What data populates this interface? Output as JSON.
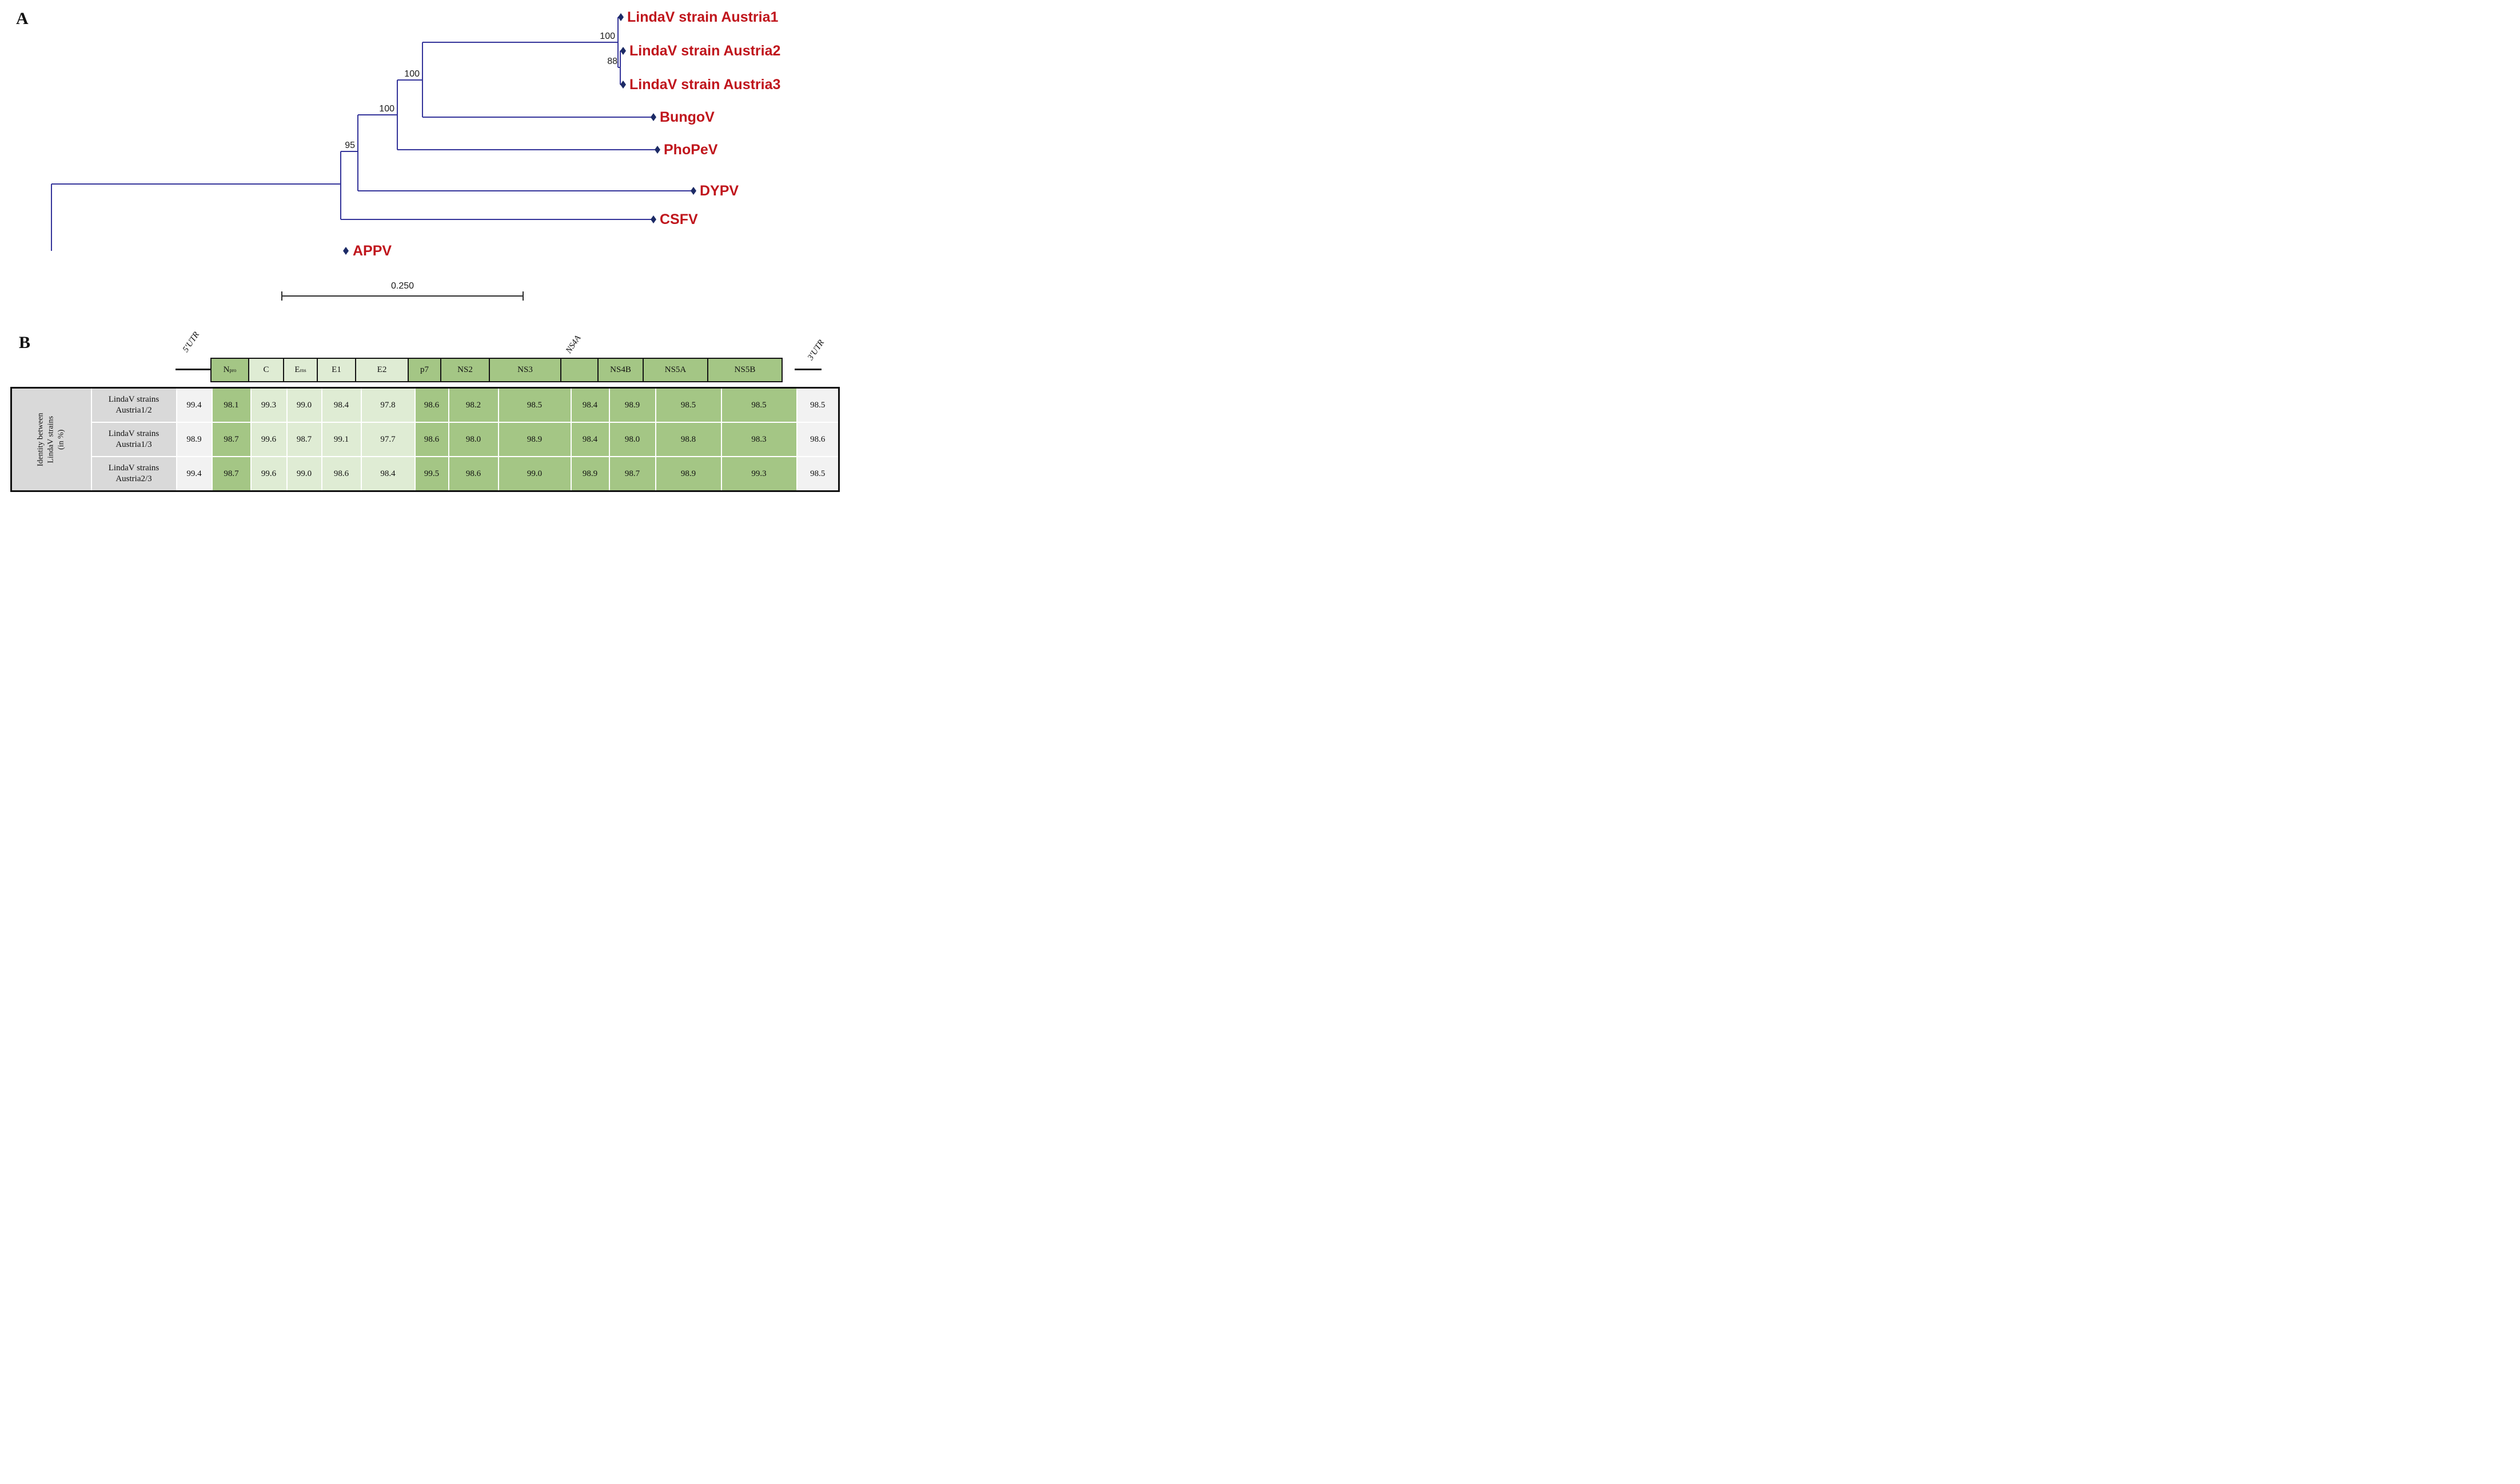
{
  "colors": {
    "branch": "#34349a",
    "tip_marker": "#1c2a66",
    "taxon_red": "#c0151c",
    "green": "#a4c685",
    "light_green": "#dfecd4",
    "gray": "#d9d9d9",
    "light_gray": "#f2f2f2"
  },
  "panel_a": {
    "label": "A",
    "taxa": [
      "LindaV strain Austria1",
      "LindaV strain Austria2",
      "LindaV strain Austria3",
      "BungoV",
      "PhoPeV",
      "DYPV",
      "CSFV",
      "APPV"
    ],
    "bootstraps": {
      "lindav_clade": "100",
      "austria_2_3": "88",
      "lindav_bungov": "100",
      "with_phopev": "100",
      "with_dypv": "95"
    },
    "scale_bar_label": "0.250"
  },
  "panel_b": {
    "label": "B",
    "genome": {
      "utr5": "5′UTR",
      "ns4a": "NS4A",
      "utr3": "3′UTR",
      "segments": [
        {
          "base": "N",
          "sup": "pro"
        },
        {
          "base": "C",
          "sup": ""
        },
        {
          "base": "E",
          "sup": "rns"
        },
        {
          "base": "E1",
          "sup": ""
        },
        {
          "base": "E2",
          "sup": ""
        },
        {
          "base": "p7",
          "sup": ""
        },
        {
          "base": "NS2",
          "sup": ""
        },
        {
          "base": "NS3",
          "sup": ""
        },
        {
          "base": "",
          "sup": ""
        },
        {
          "base": "NS4B",
          "sup": ""
        },
        {
          "base": "NS5A",
          "sup": ""
        },
        {
          "base": "NS5B",
          "sup": ""
        }
      ]
    },
    "table": {
      "group_label_lines": [
        "Identity between",
        "LindaV strains",
        "(in %)"
      ],
      "rows": [
        {
          "name_top": "LindaV strains",
          "name_bottom": "Austria1/2",
          "values": [
            "99.4",
            "98.1",
            "99.3",
            "99.0",
            "98.4",
            "97.8",
            "98.6",
            "98.2",
            "98.5",
            "98.4",
            "98.9",
            "98.5",
            "98.5",
            "98.5"
          ]
        },
        {
          "name_top": "LindaV strains",
          "name_bottom": "Austria1/3",
          "values": [
            "98.9",
            "98.7",
            "99.6",
            "98.7",
            "99.1",
            "97.7",
            "98.6",
            "98.0",
            "98.9",
            "98.4",
            "98.0",
            "98.8",
            "98.3",
            "98.6"
          ]
        },
        {
          "name_top": "LindaV strains",
          "name_bottom": "Austria2/3",
          "values": [
            "99.4",
            "98.7",
            "99.6",
            "99.0",
            "98.6",
            "98.4",
            "99.5",
            "98.6",
            "99.0",
            "98.9",
            "98.7",
            "98.9",
            "99.3",
            "98.5"
          ]
        }
      ]
    }
  }
}
